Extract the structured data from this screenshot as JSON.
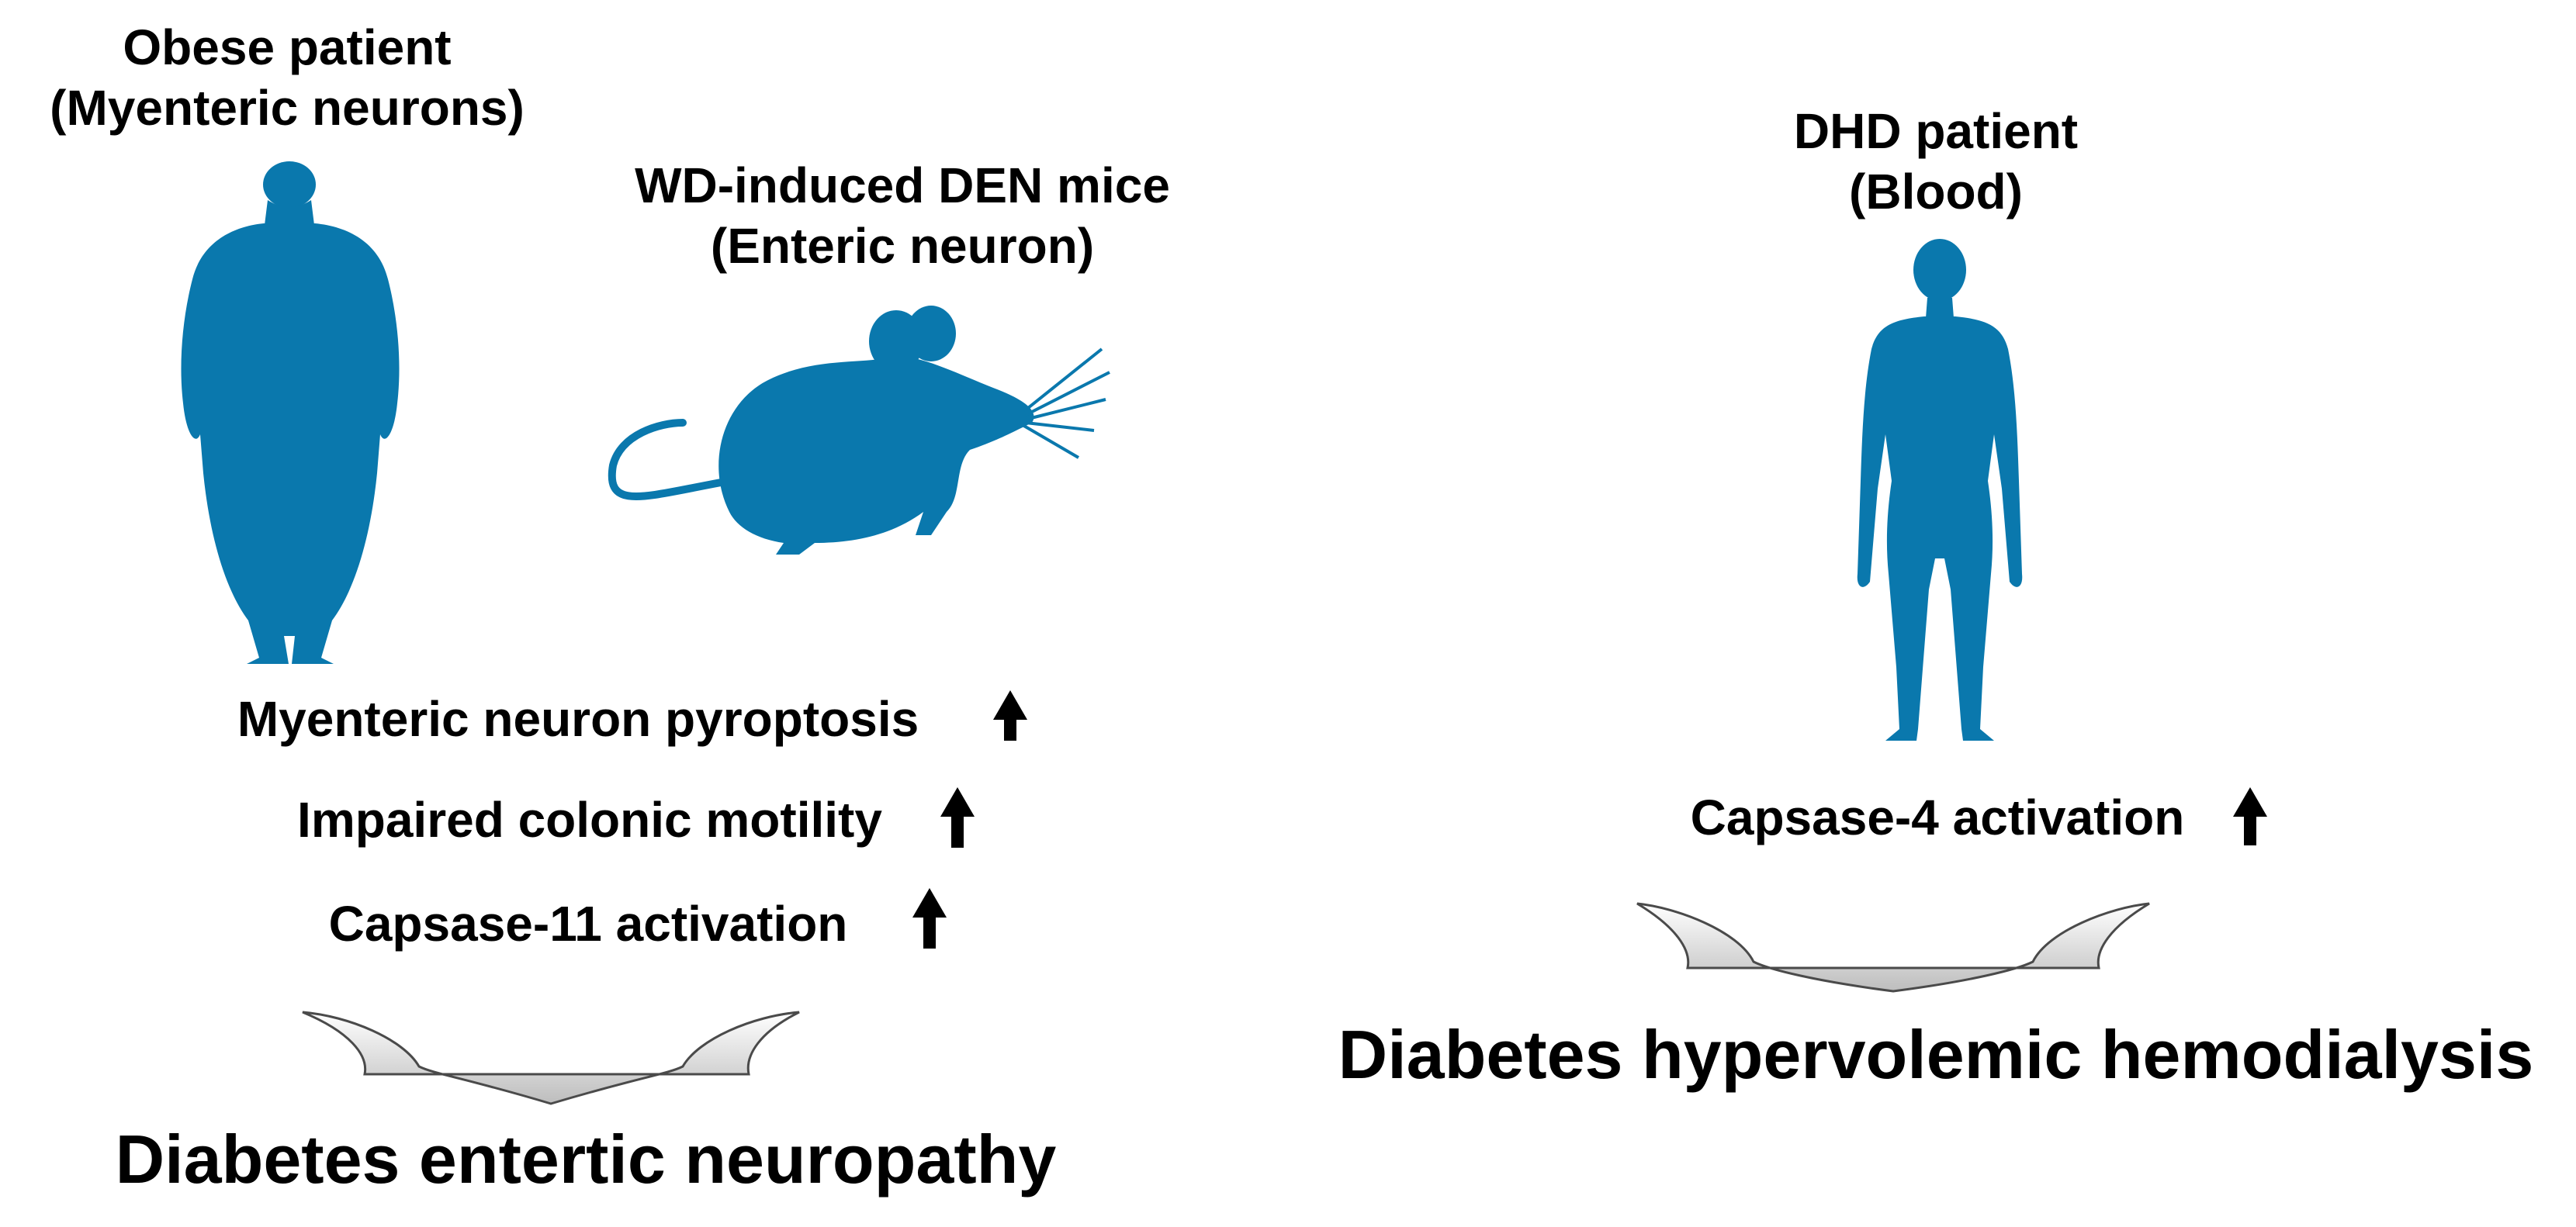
{
  "left_panel": {
    "obese_label_line1": "Obese patient",
    "obese_label_line2": "(Myenteric neurons)",
    "mice_label_line1": "WD-induced DEN mice",
    "mice_label_line2": "(Enteric neuron)",
    "findings": [
      "Myenteric neuron pyroptosis",
      "Impaired colonic motility",
      "Capsase-11 activation"
    ],
    "outcome": "Diabetes entertic neuropathy"
  },
  "right_panel": {
    "dhd_label_line1": "DHD patient",
    "dhd_label_line2": "(Blood)",
    "findings": [
      "Capsase-4 activation"
    ],
    "outcome": "Diabetes hypervolemic hemodialysis"
  },
  "colors": {
    "silhouette": "#0a78ad",
    "text": "#000000",
    "funnel_fill_top": "#ffffff",
    "funnel_fill_bottom": "#bfbfbf"
  },
  "icons": {
    "obese-patient": "obese-person-silhouette",
    "mouse": "mouse-silhouette",
    "dhd-patient": "person-silhouette",
    "increase": "up-arrow"
  }
}
